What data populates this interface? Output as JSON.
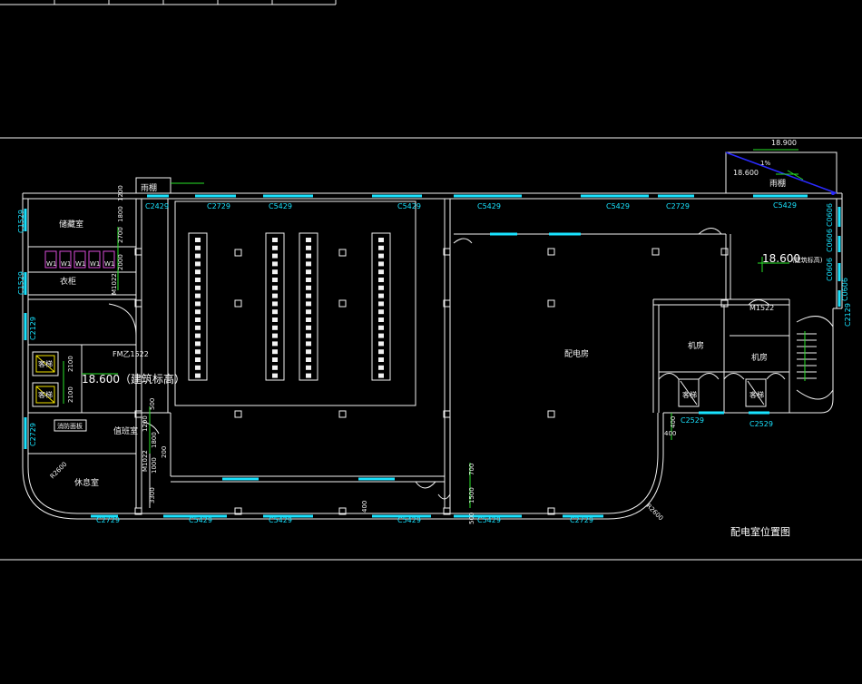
{
  "drawing": {
    "title": "配电室位置图",
    "colors": {
      "wall": "#f2f2f2",
      "window": "#19e3ff",
      "accent_green": "#29e329",
      "accent_magenta": "#d84bd8",
      "accent_blue": "#2a2aff",
      "accent_yellow": "#f0e000"
    },
    "rooms": [
      {
        "key": "storage",
        "label": "储藏室"
      },
      {
        "key": "wardrobe",
        "label": "衣柜"
      },
      {
        "key": "duty",
        "label": "值班室"
      },
      {
        "key": "rest",
        "label": "休息室"
      },
      {
        "key": "power",
        "label": "配电房"
      },
      {
        "key": "machine1",
        "label": "机房"
      },
      {
        "key": "machine2",
        "label": "机房"
      },
      {
        "key": "rain1",
        "label": "雨棚"
      },
      {
        "key": "rain2",
        "label": "雨棚"
      },
      {
        "key": "lift1",
        "label": "客梯"
      },
      {
        "key": "lift2",
        "label": "客梯"
      },
      {
        "key": "lift3",
        "label": "客梯"
      },
      {
        "key": "lift4",
        "label": "客梯"
      },
      {
        "key": "fire",
        "label": "消防面板"
      }
    ],
    "elevations": [
      {
        "key": "main",
        "label": "18.600（建筑标高）"
      },
      {
        "key": "right",
        "label": "18.600"
      },
      {
        "key": "right_note",
        "label": "(建筑标高)"
      },
      {
        "key": "canopy_top",
        "label": "18.900"
      },
      {
        "key": "canopy_low",
        "label": "18.600"
      }
    ],
    "openings": {
      "top": [
        "C2429",
        "C2729",
        "C5429",
        "C5429",
        "C5429",
        "C5429",
        "C2729",
        "C5429"
      ],
      "bottom": [
        "C2729",
        "C5429",
        "C5429",
        "C5429",
        "C5429",
        "C2729"
      ],
      "left": [
        "C1529",
        "C1529",
        "C2129",
        "C2729"
      ],
      "right": [
        "C0606",
        "C0606",
        "C0606",
        "C0606",
        "C2129"
      ],
      "core": [
        "C2529",
        "C2529",
        "M1522",
        "FM乙1522",
        "M1022",
        "M1022"
      ]
    },
    "dimensions": {
      "left_column": [
        "1200",
        "1800",
        "2700",
        "2000",
        "3300"
      ],
      "core_small": [
        "2100",
        "2100",
        "500",
        "1800",
        "1200",
        "1000",
        "200"
      ],
      "bottom_center": [
        "700",
        "1500",
        "500",
        "400"
      ],
      "right_core": [
        "400",
        "400"
      ],
      "misc": [
        "1%",
        "R2600",
        "R2600",
        "W1",
        "W1",
        "W1",
        "W1",
        "W1"
      ]
    }
  }
}
